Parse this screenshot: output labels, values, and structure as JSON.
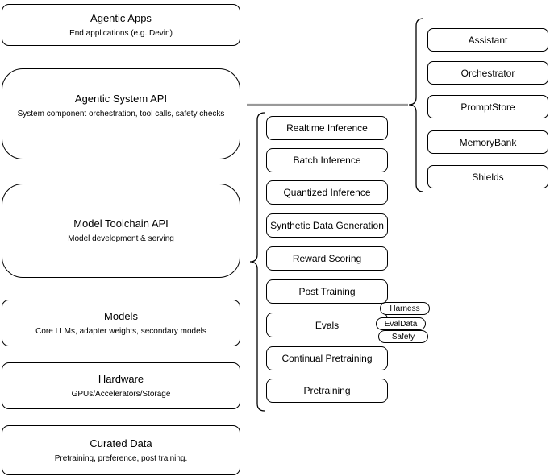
{
  "layers": [
    {
      "title": "Agentic Apps",
      "subtitle": "End applications (e.g. Devin)"
    },
    {
      "title": "Agentic System API",
      "subtitle": "System component orchestration, tool calls, safety checks"
    },
    {
      "title": "Model Toolchain API",
      "subtitle": "Model development & serving"
    },
    {
      "title": "Models",
      "subtitle": "Core LLMs, adapter weights, secondary models"
    },
    {
      "title": "Hardware",
      "subtitle": "GPUs/Accelerators/Storage"
    },
    {
      "title": "Curated Data",
      "subtitle": "Pretraining, preference, post training."
    }
  ],
  "toolchain_api_components": [
    "Realtime Inference",
    "Batch Inference",
    "Quantized Inference",
    "Synthetic Data Generation",
    "Reward Scoring",
    "Post Training",
    "Evals",
    "Continual Pretraining",
    "Pretraining"
  ],
  "evals_tags": [
    "Harness",
    "EvalData",
    "Safety"
  ],
  "system_api_components": [
    "Assistant",
    "Orchestrator",
    "PromptStore",
    "MemoryBank",
    "Shields"
  ],
  "colors": {
    "stroke": "#000000",
    "background": "#ffffff",
    "connector": "#999999"
  }
}
